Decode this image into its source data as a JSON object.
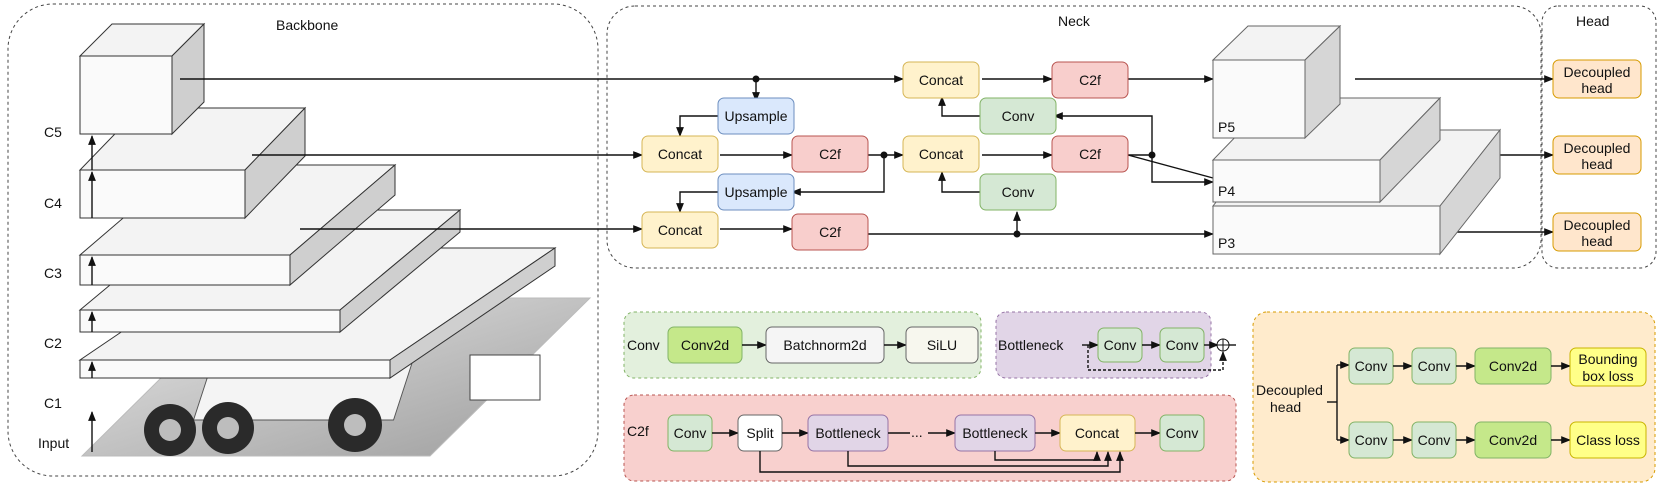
{
  "sections": {
    "backbone": "Backbone",
    "neck": "Neck",
    "head": "Head"
  },
  "backbone_levels": {
    "c5": "C5",
    "c4": "C4",
    "c3": "C3",
    "c2": "C2",
    "c1": "C1",
    "input": "Input"
  },
  "neck": {
    "concat": "Concat",
    "c2f": "C2f",
    "upsample": "Upsample",
    "conv": "Conv",
    "p5": "P5",
    "p4": "P4",
    "p3": "P3"
  },
  "head": {
    "decoupled_line1": "Decoupled",
    "decoupled_line2": "head"
  },
  "legend_conv": {
    "title": "Conv",
    "items": [
      "Conv2d",
      "Batchnorm2d",
      "SiLU"
    ]
  },
  "legend_bottleneck": {
    "title": "Bottleneck",
    "conv": "Conv"
  },
  "legend_c2f": {
    "title": "C2f",
    "conv": "Conv",
    "split": "Split",
    "bottleneck": "Bottleneck",
    "dots": "...",
    "concat": "Concat"
  },
  "legend_decoupled": {
    "title_line1": "Decoupled",
    "title_line2": "head",
    "conv": "Conv",
    "conv2d": "Conv2d",
    "bbox_line1": "Bounding",
    "bbox_line2": "box loss",
    "class_loss": "Class loss"
  },
  "colors": {
    "concat": "#fff2cc",
    "concat_stroke": "#d6b656",
    "c2f": "#f8cecc",
    "c2f_stroke": "#b85450",
    "upsample": "#dae8fc",
    "upsample_stroke": "#6c8ebf",
    "conv": "#d5e8d4",
    "conv_stroke": "#82b366",
    "head": "#ffe6cc",
    "head_stroke": "#d79b00",
    "conv2d": "#c5e88a",
    "bottleneck": "#e1d5e7",
    "bottleneck_stroke": "#9673a6",
    "loss": "#ffff88",
    "loss_stroke": "#c8b400"
  }
}
